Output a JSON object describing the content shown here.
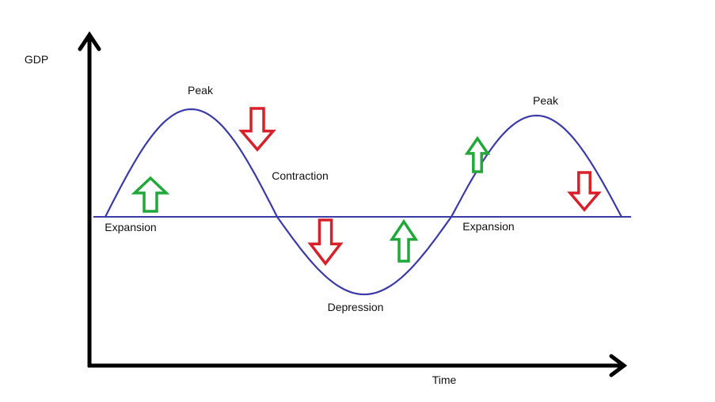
{
  "labels": {
    "y_axis": "GDP",
    "x_axis": "Time",
    "peak_1": "Peak",
    "contraction": "Contraction",
    "expansion_1": "Expansion",
    "depression": "Depression",
    "expansion_2": "Expansion",
    "peak_2": "Peak"
  },
  "colors": {
    "axis": "#000000",
    "curve": "#3b3ba8",
    "up_arrow": "#22a83a",
    "down_arrow": "#d8202a"
  },
  "arrows": [
    {
      "direction": "up",
      "phase": "expansion"
    },
    {
      "direction": "down",
      "phase": "contraction"
    },
    {
      "direction": "down",
      "phase": "contraction"
    },
    {
      "direction": "up",
      "phase": "expansion"
    },
    {
      "direction": "up",
      "phase": "expansion"
    },
    {
      "direction": "down",
      "phase": "contraction"
    }
  ]
}
